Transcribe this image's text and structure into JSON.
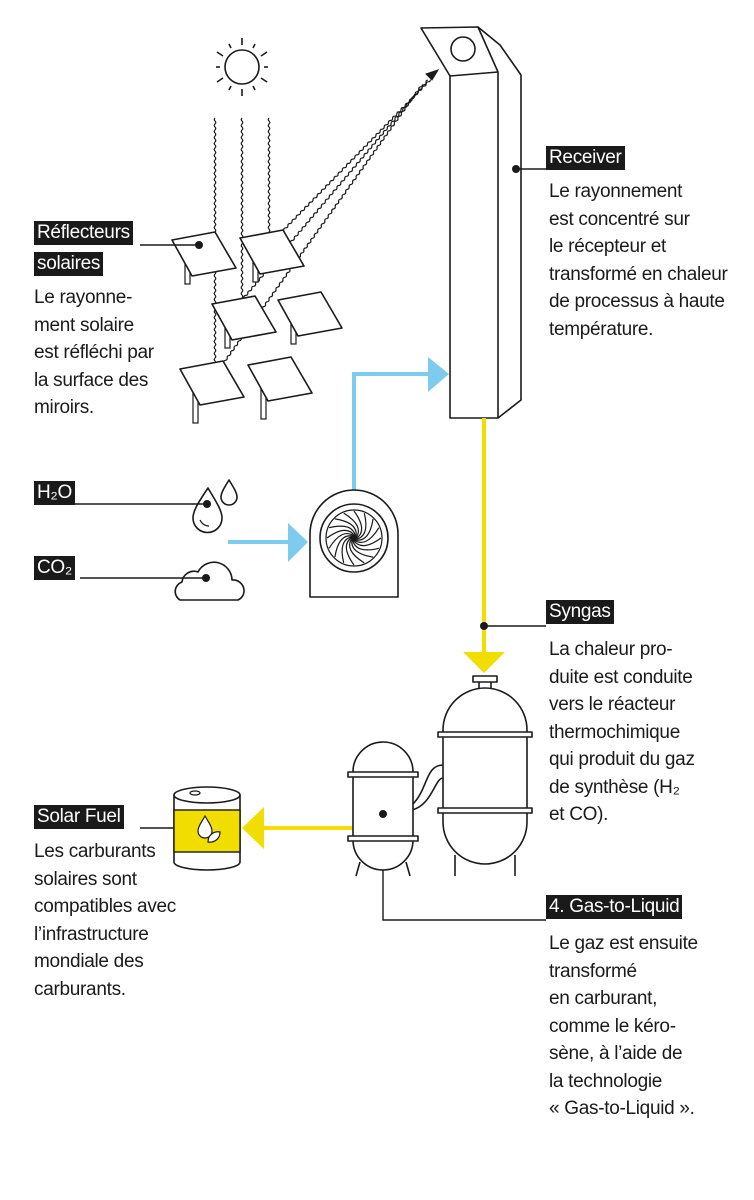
{
  "colors": {
    "heat_flow": "#f2dd00",
    "input_flow": "#7ecbf0",
    "label_bg": "#1a1a1a",
    "ink": "#1a1a1a"
  },
  "receiver": {
    "label": "Receiver",
    "description": "Le rayonnement\nest concentré sur\nle récepteur et\ntransformé en chaleur\nde processus à haute\ntempérature."
  },
  "reflectors": {
    "label_line1": "Réflecteurs",
    "label_line2": "solaires",
    "description": "Le rayonne-\nment solaire\nest réfléchi par\nla surface des\nmiroirs."
  },
  "inputs": {
    "water_label": "H₂O",
    "co2_label": "CO₂"
  },
  "syngas": {
    "label": "Syngas",
    "description": "La chaleur pro-\nduite est conduite\nvers le réacteur\nthermochimique\nqui produit du gaz\nde synthèse (H₂\net CO)."
  },
  "solar_fuel": {
    "label": "Solar Fuel",
    "description": "Les carburants\nsolaires sont\ncompatibles avec\nl’infrastructure\nmondiale des\ncarburants."
  },
  "gas_to_liquid": {
    "label": "4. Gas-to-Liquid",
    "description": "Le gaz est ensuite\ntransformé\nen carburant,\ncomme le kéro-\nsène, à l’aide de\nla technologie\n« Gas-to-Liquid »."
  },
  "icons": [
    "sun-icon",
    "mirror-icon",
    "solar-tower-icon",
    "water-drop-icon",
    "cloud-icon",
    "fan-icon",
    "reactor-icon",
    "fuel-barrel-icon",
    "leaf-drop-icon"
  ]
}
